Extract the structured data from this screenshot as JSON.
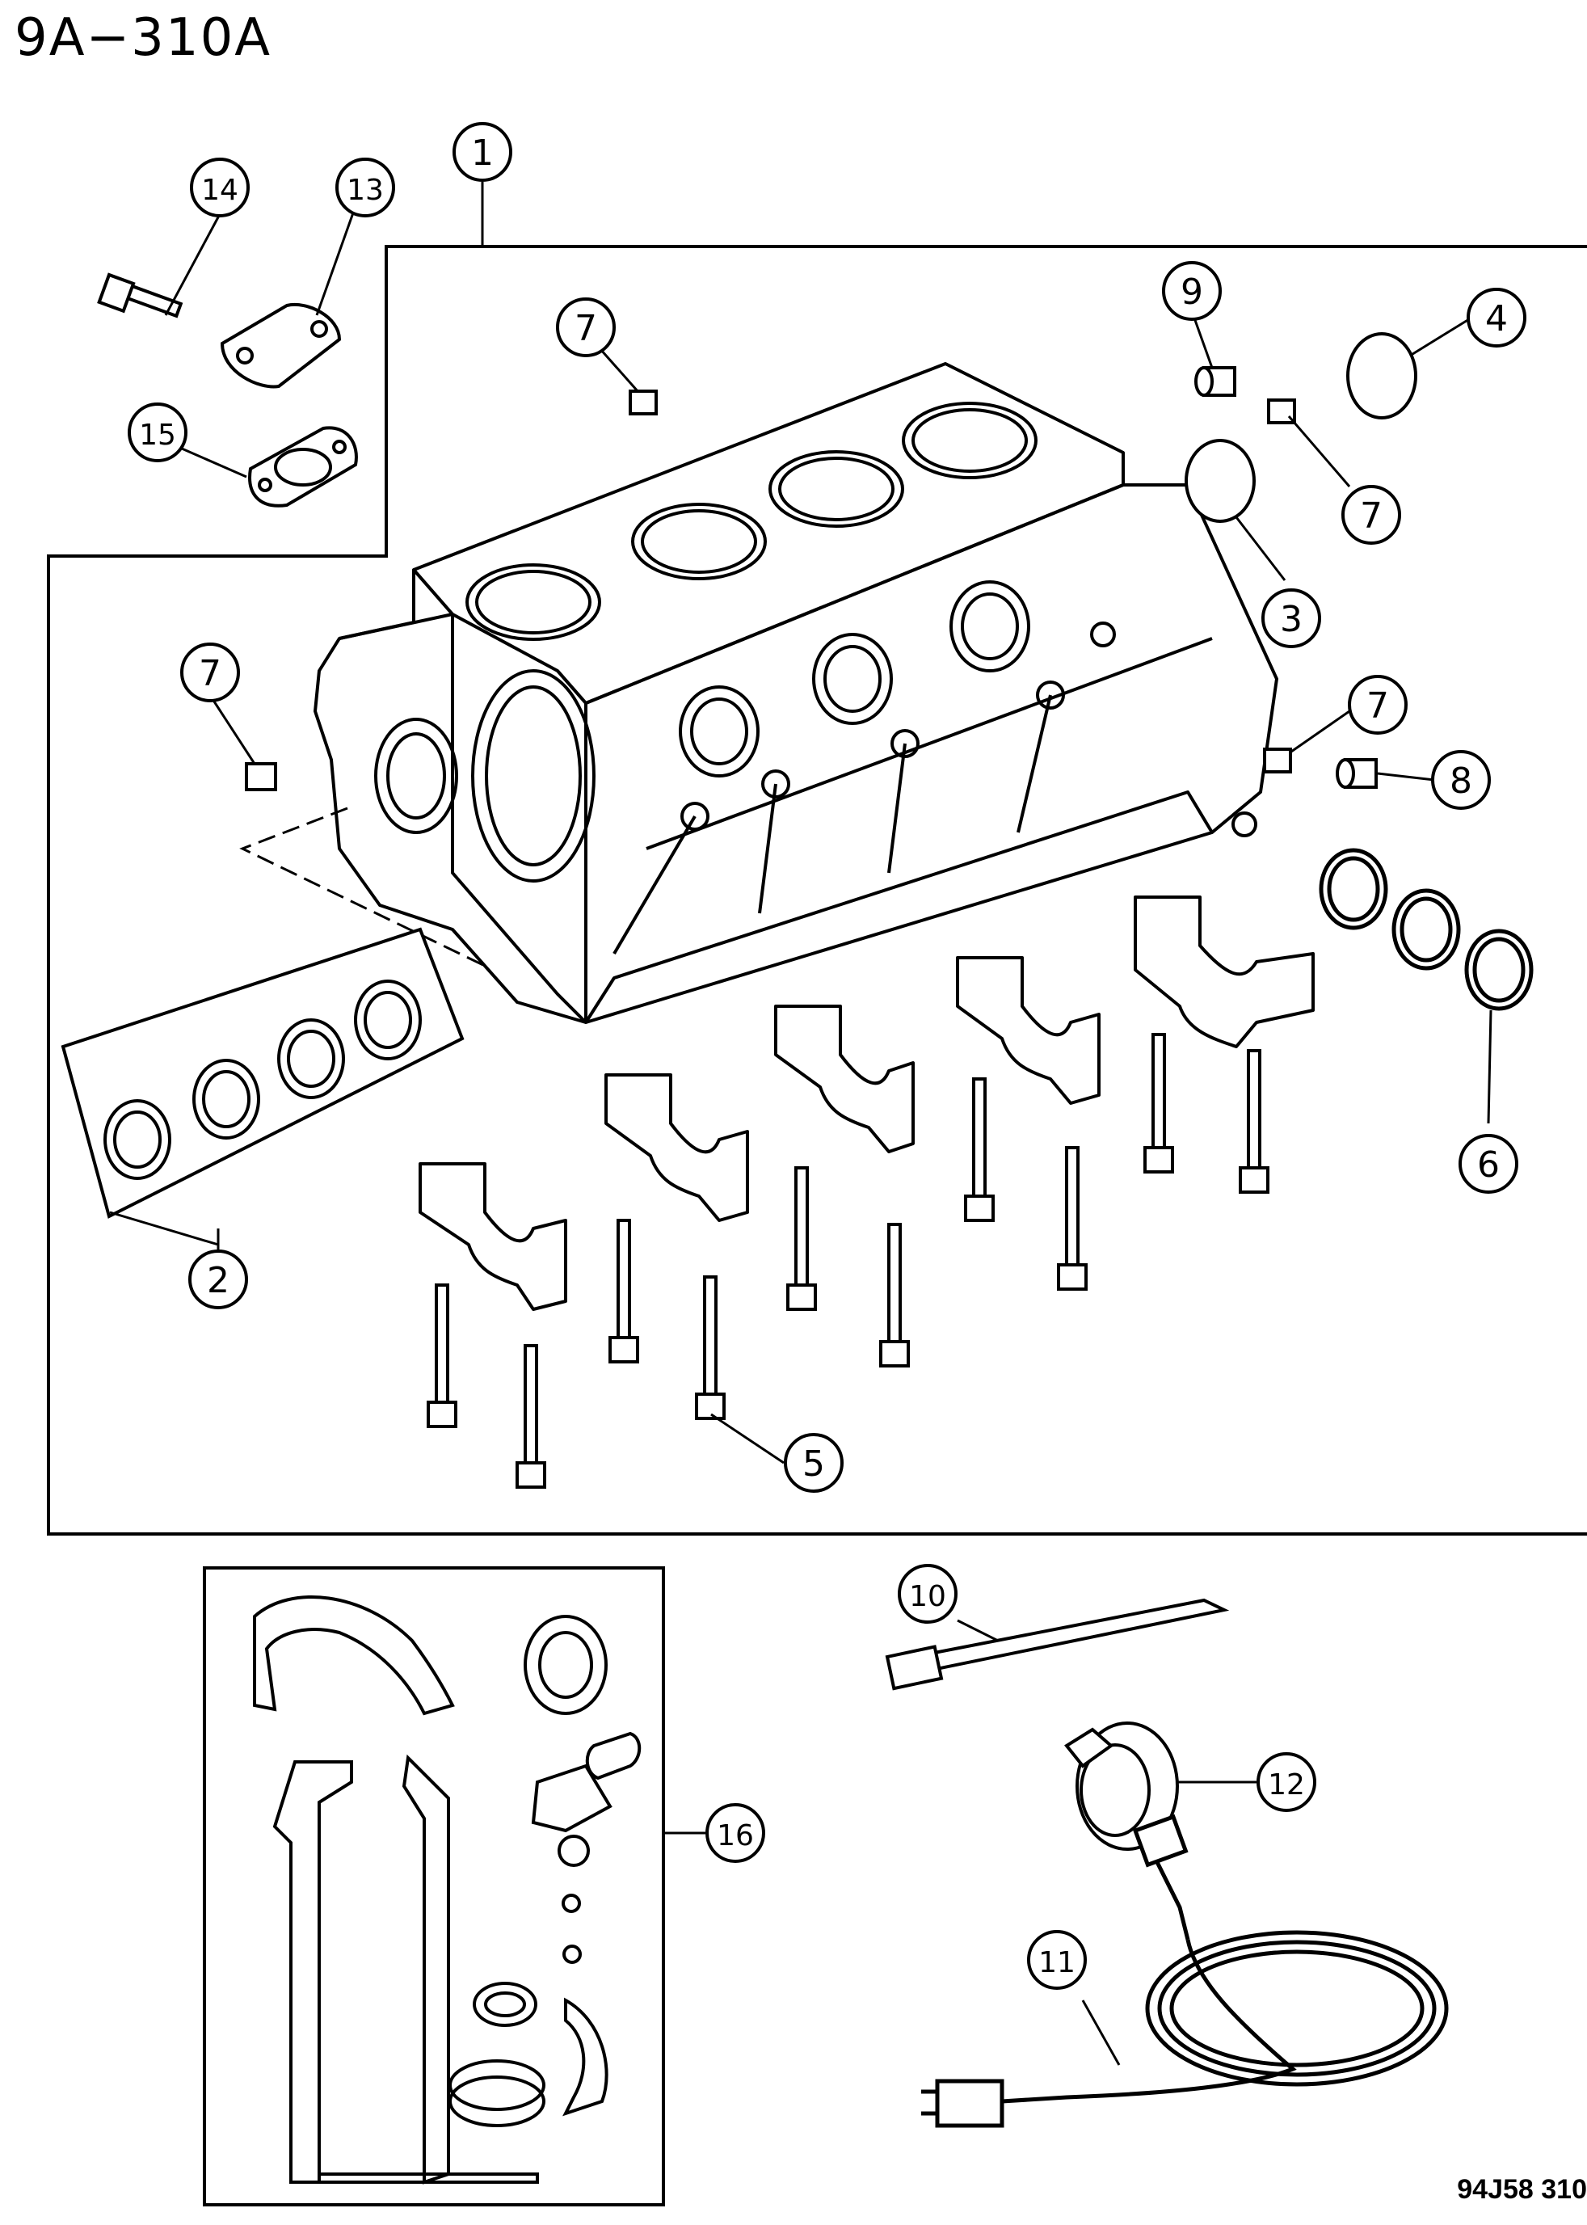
{
  "header": {
    "title": "9A−310A"
  },
  "footer": {
    "code": "94J58 310"
  },
  "callouts": [
    {
      "id": "c1",
      "label": "1"
    },
    {
      "id": "c14",
      "label": "14"
    },
    {
      "id": "c13",
      "label": "13"
    },
    {
      "id": "c15",
      "label": "15"
    },
    {
      "id": "c7a",
      "label": "7"
    },
    {
      "id": "c9",
      "label": "9"
    },
    {
      "id": "c4",
      "label": "4"
    },
    {
      "id": "c7b",
      "label": "7"
    },
    {
      "id": "c3",
      "label": "3"
    },
    {
      "id": "c7c",
      "label": "7"
    },
    {
      "id": "c7d",
      "label": "7"
    },
    {
      "id": "c8",
      "label": "8"
    },
    {
      "id": "c6",
      "label": "6"
    },
    {
      "id": "c2",
      "label": "2"
    },
    {
      "id": "c5",
      "label": "5"
    },
    {
      "id": "c10",
      "label": "10"
    },
    {
      "id": "c12",
      "label": "12"
    },
    {
      "id": "c16",
      "label": "16"
    },
    {
      "id": "c11",
      "label": "11"
    }
  ]
}
